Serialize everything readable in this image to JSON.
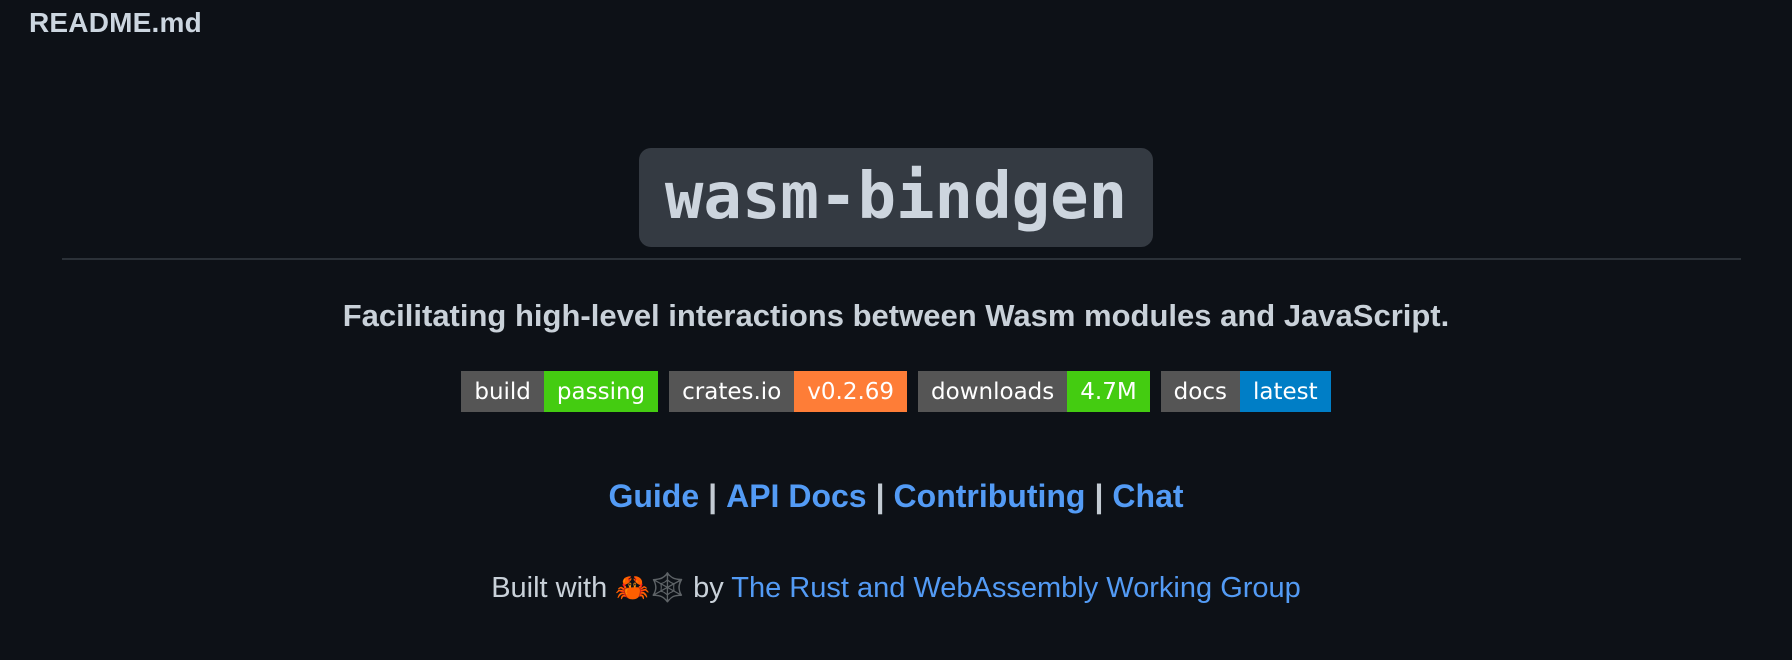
{
  "window": {
    "filename": "README.md"
  },
  "hero": {
    "title": "wasm-bindgen",
    "tagline": "Facilitating high-level interactions between Wasm modules and JavaScript."
  },
  "badges": [
    {
      "name": "build-status",
      "label": "build",
      "value": "passing",
      "label_bg": "#555555",
      "value_bg": "#44cc11"
    },
    {
      "name": "crates-io",
      "label": "crates.io",
      "value": "v0.2.69",
      "label_bg": "#555555",
      "value_bg": "#fe7d37"
    },
    {
      "name": "downloads",
      "label": "downloads",
      "value": "4.7M",
      "label_bg": "#555555",
      "value_bg": "#44cc11"
    },
    {
      "name": "docs",
      "label": "docs",
      "value": "latest",
      "label_bg": "#555555",
      "value_bg": "#007ec6"
    }
  ],
  "nav": {
    "separator": "|",
    "items": [
      {
        "label": "Guide"
      },
      {
        "label": "API Docs"
      },
      {
        "label": "Contributing"
      },
      {
        "label": "Chat"
      }
    ]
  },
  "footer": {
    "prefix": "Built with",
    "emoji": "🦀🕸️",
    "connector": "by",
    "link_label": "The Rust and WebAssembly Working Group"
  },
  "colors": {
    "background": "#0d1117",
    "text": "#c9d1d9",
    "link": "#539bf5",
    "code_block_bg": "#343a42",
    "badge_label_bg": "#555555",
    "badge_green": "#44cc11",
    "badge_orange": "#fe7d37",
    "badge_blue": "#007ec6",
    "badge_text": "#ffffff"
  }
}
